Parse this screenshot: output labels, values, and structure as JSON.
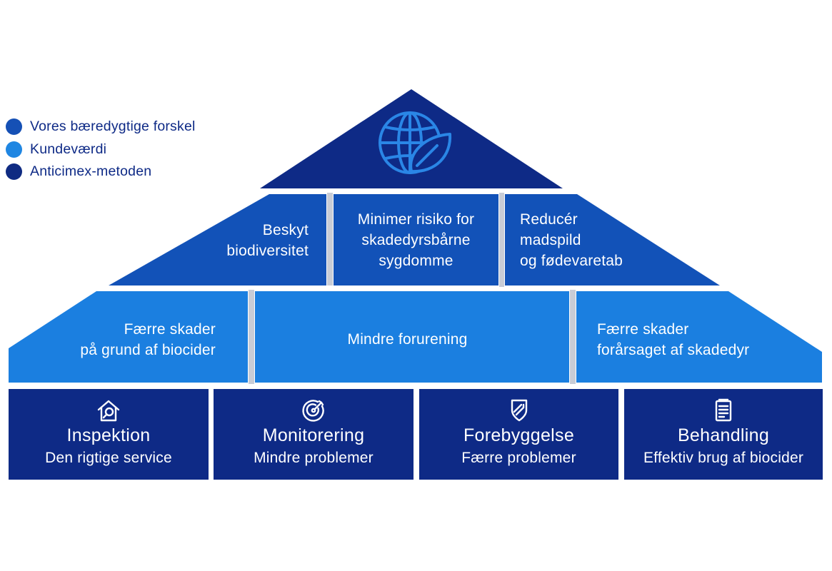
{
  "colors": {
    "roof": "#0e2a86",
    "sustainable": "#1252b8",
    "customer_value": "#1b7fe0",
    "method": "#0e2a86",
    "separator": "#c8ccd6",
    "icon_stroke": "#2a86e6"
  },
  "legend": [
    {
      "label": "Vores bæredygtige forskel",
      "color": "#1550b5"
    },
    {
      "label": "Kundeværdi",
      "color": "#1f86e2"
    },
    {
      "label": "Anticimex-metoden",
      "color": "#0f2b82"
    }
  ],
  "roof": {
    "icon": "globe-leaf-icon"
  },
  "sustainable_row": [
    {
      "lines": [
        "Beskyt",
        "biodiversitet"
      ]
    },
    {
      "lines": [
        "Minimer risiko for",
        "skadedyrsbårne",
        "sygdomme"
      ]
    },
    {
      "lines": [
        "Reducér",
        "madspild",
        "og fødevaretab"
      ]
    }
  ],
  "customer_row": [
    {
      "lines": [
        "Færre skader",
        "på grund af biocider"
      ]
    },
    {
      "lines": [
        "Mindre forurening"
      ]
    },
    {
      "lines": [
        "Færre  skader",
        "forårsaget af skadedyr"
      ]
    }
  ],
  "method_row": [
    {
      "title": "Inspektion",
      "subtitle": "Den rigtige service",
      "icon": "house-search-icon"
    },
    {
      "title": "Monitorering",
      "subtitle": "Mindre problemer",
      "icon": "target-icon"
    },
    {
      "title": "Forebyggelse",
      "subtitle": "Færre problemer",
      "icon": "shield-tag-icon"
    },
    {
      "title": "Behandling",
      "subtitle": "Effektiv brug af biocider",
      "icon": "document-icon"
    }
  ]
}
